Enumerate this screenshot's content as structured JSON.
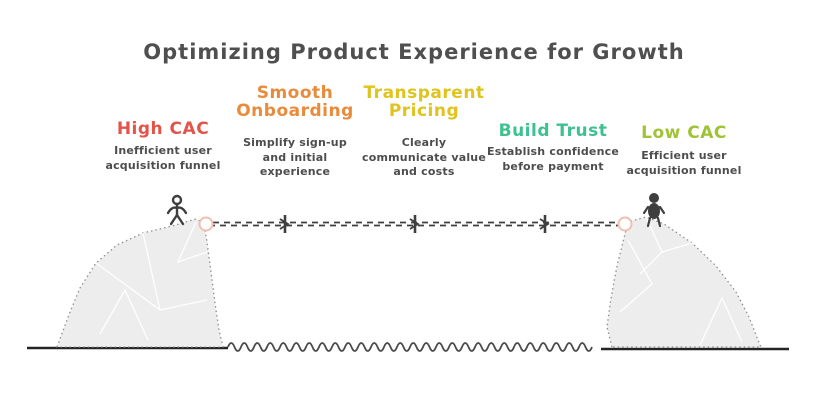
{
  "title": "Optimizing Product Experience for Growth",
  "stages": [
    {
      "label": "High CAC",
      "description": "Inefficient user\nacquisition funnel",
      "color": "#e25349"
    },
    {
      "label": "Smooth\nOnboarding",
      "description": "Simplify sign-up\nand initial\nexperience",
      "color": "#e98b3b"
    },
    {
      "label": "Transparent\nPricing",
      "description": "Clearly\ncommunicate value\nand costs",
      "color": "#dfc31e"
    },
    {
      "label": "Build Trust",
      "description": "Establish confidence\nbefore payment",
      "color": "#3ec18f"
    },
    {
      "label": "Low CAC",
      "description": "Efficient user\nacquisition funnel",
      "color": "#a0c336"
    }
  ],
  "colors": {
    "title": "#4f4f4f",
    "subtext": "#4d4d4d",
    "cliff_fill": "#ededed",
    "line": "#3f3f3f",
    "anchor_ring": "#f0c0b2"
  },
  "icons": {
    "left_cliff": "cliff-left",
    "right_cliff": "cliff-right",
    "left_figure": "person-figure",
    "right_figure": "person-figure",
    "path": "dashed-journey-line",
    "milestones": "milestone-arrow-markers",
    "water": "wave-line"
  }
}
